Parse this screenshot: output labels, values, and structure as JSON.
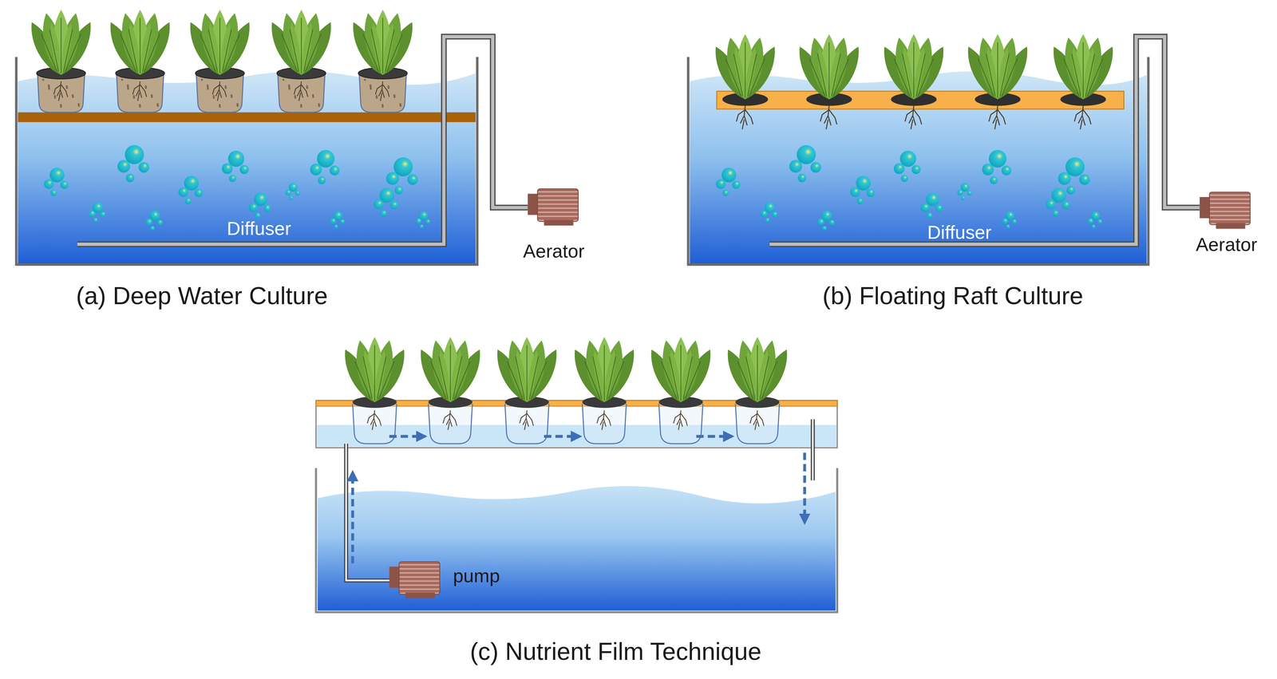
{
  "diagram": {
    "labels": [
      "Diffuser",
      "Aerator",
      "(a) Deep Water Culture",
      "Diffuser",
      "Aerator",
      "(b) Floating Raft Culture",
      "pump",
      "(c) Nutrient Film Technique"
    ]
  }
}
